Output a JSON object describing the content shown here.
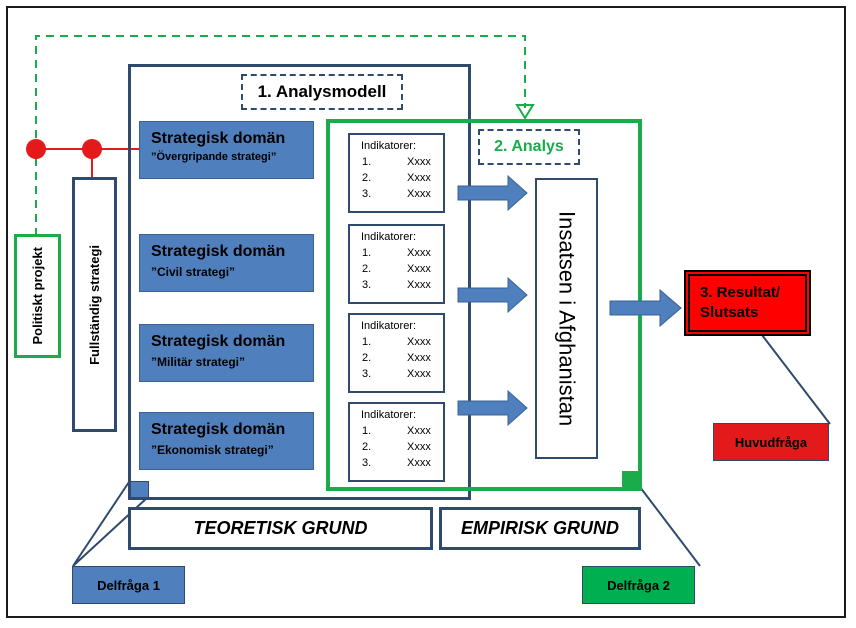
{
  "analysmodell_label": "1. Analysmodell",
  "analys_label": "2. Analys",
  "resultat_label": "3. Resultat/ Slutsats",
  "huvudfraga_label": "Huvudfråga",
  "delfraga1_label": "Delfråga 1",
  "delfraga2_label": "Delfråga 2",
  "teoretisk_label": "TEORETISK GRUND",
  "empirisk_label": "EMPIRISK GRUND",
  "politiskt_label": "Politiskt projekt",
  "fullstandig_label": "Fullständig strategi",
  "insatsen_label": "Insatsen i Afghanistan",
  "domains": [
    {
      "title": "Strategisk domän",
      "subtitle": "”Övergripande strategi”"
    },
    {
      "title": "Strategisk domän",
      "subtitle": "”Civil strategi”"
    },
    {
      "title": "Strategisk domän",
      "subtitle": "”Militär strategi”"
    },
    {
      "title": "Strategisk domän",
      "subtitle": "”Ekonomisk strategi”"
    }
  ],
  "indicators": [
    {
      "header": "Indikatorer:",
      "items": [
        {
          "num": "1.",
          "val": "Xxxx"
        },
        {
          "num": "2.",
          "val": "Xxxx"
        },
        {
          "num": "3.",
          "val": "Xxxx"
        }
      ]
    },
    {
      "header": "Indikatorer:",
      "items": [
        {
          "num": "1.",
          "val": "Xxxx"
        },
        {
          "num": "2.",
          "val": "Xxxx"
        },
        {
          "num": "3.",
          "val": "Xxxx"
        }
      ]
    },
    {
      "header": "Indikatorer:",
      "items": [
        {
          "num": "1.",
          "val": "Xxxx"
        },
        {
          "num": "2.",
          "val": "Xxxx"
        },
        {
          "num": "3.",
          "val": "Xxxx"
        }
      ]
    },
    {
      "header": "Indikatorer:",
      "items": [
        {
          "num": "1.",
          "val": "Xxxx"
        },
        {
          "num": "2.",
          "val": "Xxxx"
        },
        {
          "num": "3.",
          "val": "Xxxx"
        }
      ]
    }
  ],
  "colors": {
    "domain_blue": "#4f7fbd",
    "navy": "#2f4a6d",
    "green": "#1aab4b",
    "red": "#e41a1a"
  }
}
